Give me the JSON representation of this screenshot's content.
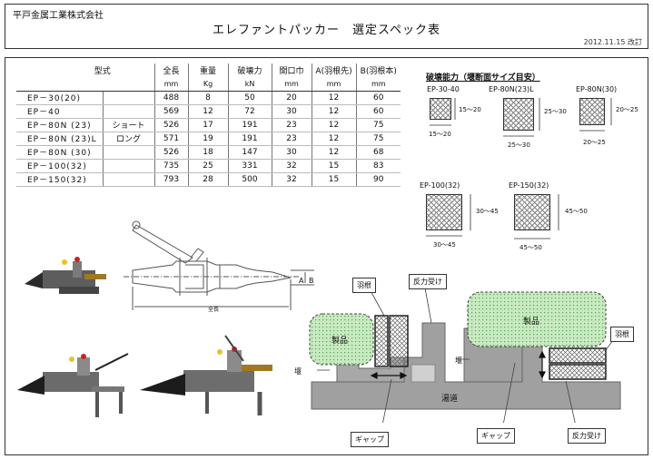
{
  "header": {
    "company": "平戸金属工業株式会社",
    "title": "エレファントパッカー　選定スペック表",
    "revision": "2012.11.15 改訂"
  },
  "spec_table": {
    "columns": [
      "型式",
      "全長",
      "重量",
      "破壊力",
      "開口巾",
      "A(羽根先)",
      "B(羽根本)"
    ],
    "units": [
      "",
      "mm",
      "Kg",
      "kN",
      "mm",
      "mm",
      "mm"
    ],
    "rows": [
      {
        "model": "EP－30(20)",
        "variant": "",
        "length": "488",
        "weight": "8",
        "force": "50",
        "opening": "20",
        "a": "12",
        "b": "60"
      },
      {
        "model": "EP－40",
        "variant": "",
        "length": "569",
        "weight": "12",
        "force": "72",
        "opening": "30",
        "a": "12",
        "b": "60"
      },
      {
        "model": "EP－80N (23)",
        "variant": "ショート",
        "length": "526",
        "weight": "17",
        "force": "191",
        "opening": "23",
        "a": "12",
        "b": "75"
      },
      {
        "model": "EP－80N (23)L",
        "variant": "ロング",
        "length": "571",
        "weight": "19",
        "force": "191",
        "opening": "23",
        "a": "12",
        "b": "75"
      },
      {
        "model": "EP－80N (30)",
        "variant": "",
        "length": "526",
        "weight": "18",
        "force": "147",
        "opening": "30",
        "a": "12",
        "b": "68"
      },
      {
        "model": "EP－100(32)",
        "variant": "",
        "length": "735",
        "weight": "25",
        "force": "331",
        "opening": "32",
        "a": "15",
        "b": "83"
      },
      {
        "model": "EP－150(32)",
        "variant": "",
        "length": "793",
        "weight": "28",
        "force": "500",
        "opening": "32",
        "a": "15",
        "b": "90"
      }
    ]
  },
  "capacity": {
    "title": "破壊能力（堰断面サイズ目安）",
    "items": [
      {
        "label": "EP-30-40",
        "side": "15～20",
        "bottom": "15～20"
      },
      {
        "label": "EP-80N(23)L",
        "side": "25～30",
        "bottom": "25～30"
      },
      {
        "label": "EP-80N(30)",
        "side": "20～25",
        "bottom": "20～25"
      },
      {
        "label": "EP-100(32)",
        "side": "30～45",
        "bottom": "30～45"
      },
      {
        "label": "EP-150(32)",
        "side": "45～50",
        "bottom": "45～50"
      }
    ]
  },
  "drawing": {
    "dim_a": "A",
    "dim_b": "B",
    "dim_length": "全長"
  },
  "diagram": {
    "product": "製品",
    "blade": "羽根",
    "reaction": "反力受け",
    "weir": "堰",
    "runner": "湯道",
    "gap": "ギャップ"
  },
  "colors": {
    "product_fill": "#c8eac0",
    "casting_fill": "#a0a0a0",
    "hatch": "#888888"
  }
}
